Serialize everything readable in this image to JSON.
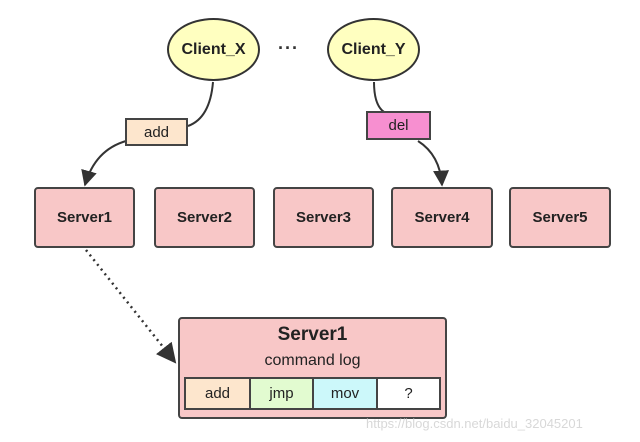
{
  "clients": [
    {
      "label": "Client_X"
    },
    {
      "label": "Client_Y"
    }
  ],
  "ellipsis": "···",
  "operations": {
    "add": "add",
    "del": "del"
  },
  "servers": [
    {
      "label": "Server1"
    },
    {
      "label": "Server2"
    },
    {
      "label": "Server3"
    },
    {
      "label": "Server4"
    },
    {
      "label": "Server5"
    }
  ],
  "command_log": {
    "title": "Server1",
    "subtitle": "command log",
    "entries": [
      {
        "label": "add",
        "color": "#fde6cd"
      },
      {
        "label": "jmp",
        "color": "#e2fbd0"
      },
      {
        "label": "mov",
        "color": "#ccf8fa"
      },
      {
        "label": "?",
        "color": "#ffffff"
      }
    ]
  },
  "watermark": "https://blog.csdn.net/baidu_32045201",
  "colors": {
    "client_fill": "#ffffc0",
    "server_fill": "#f8c7c7",
    "add_fill": "#fde6cd",
    "del_fill": "#f78fd0"
  }
}
